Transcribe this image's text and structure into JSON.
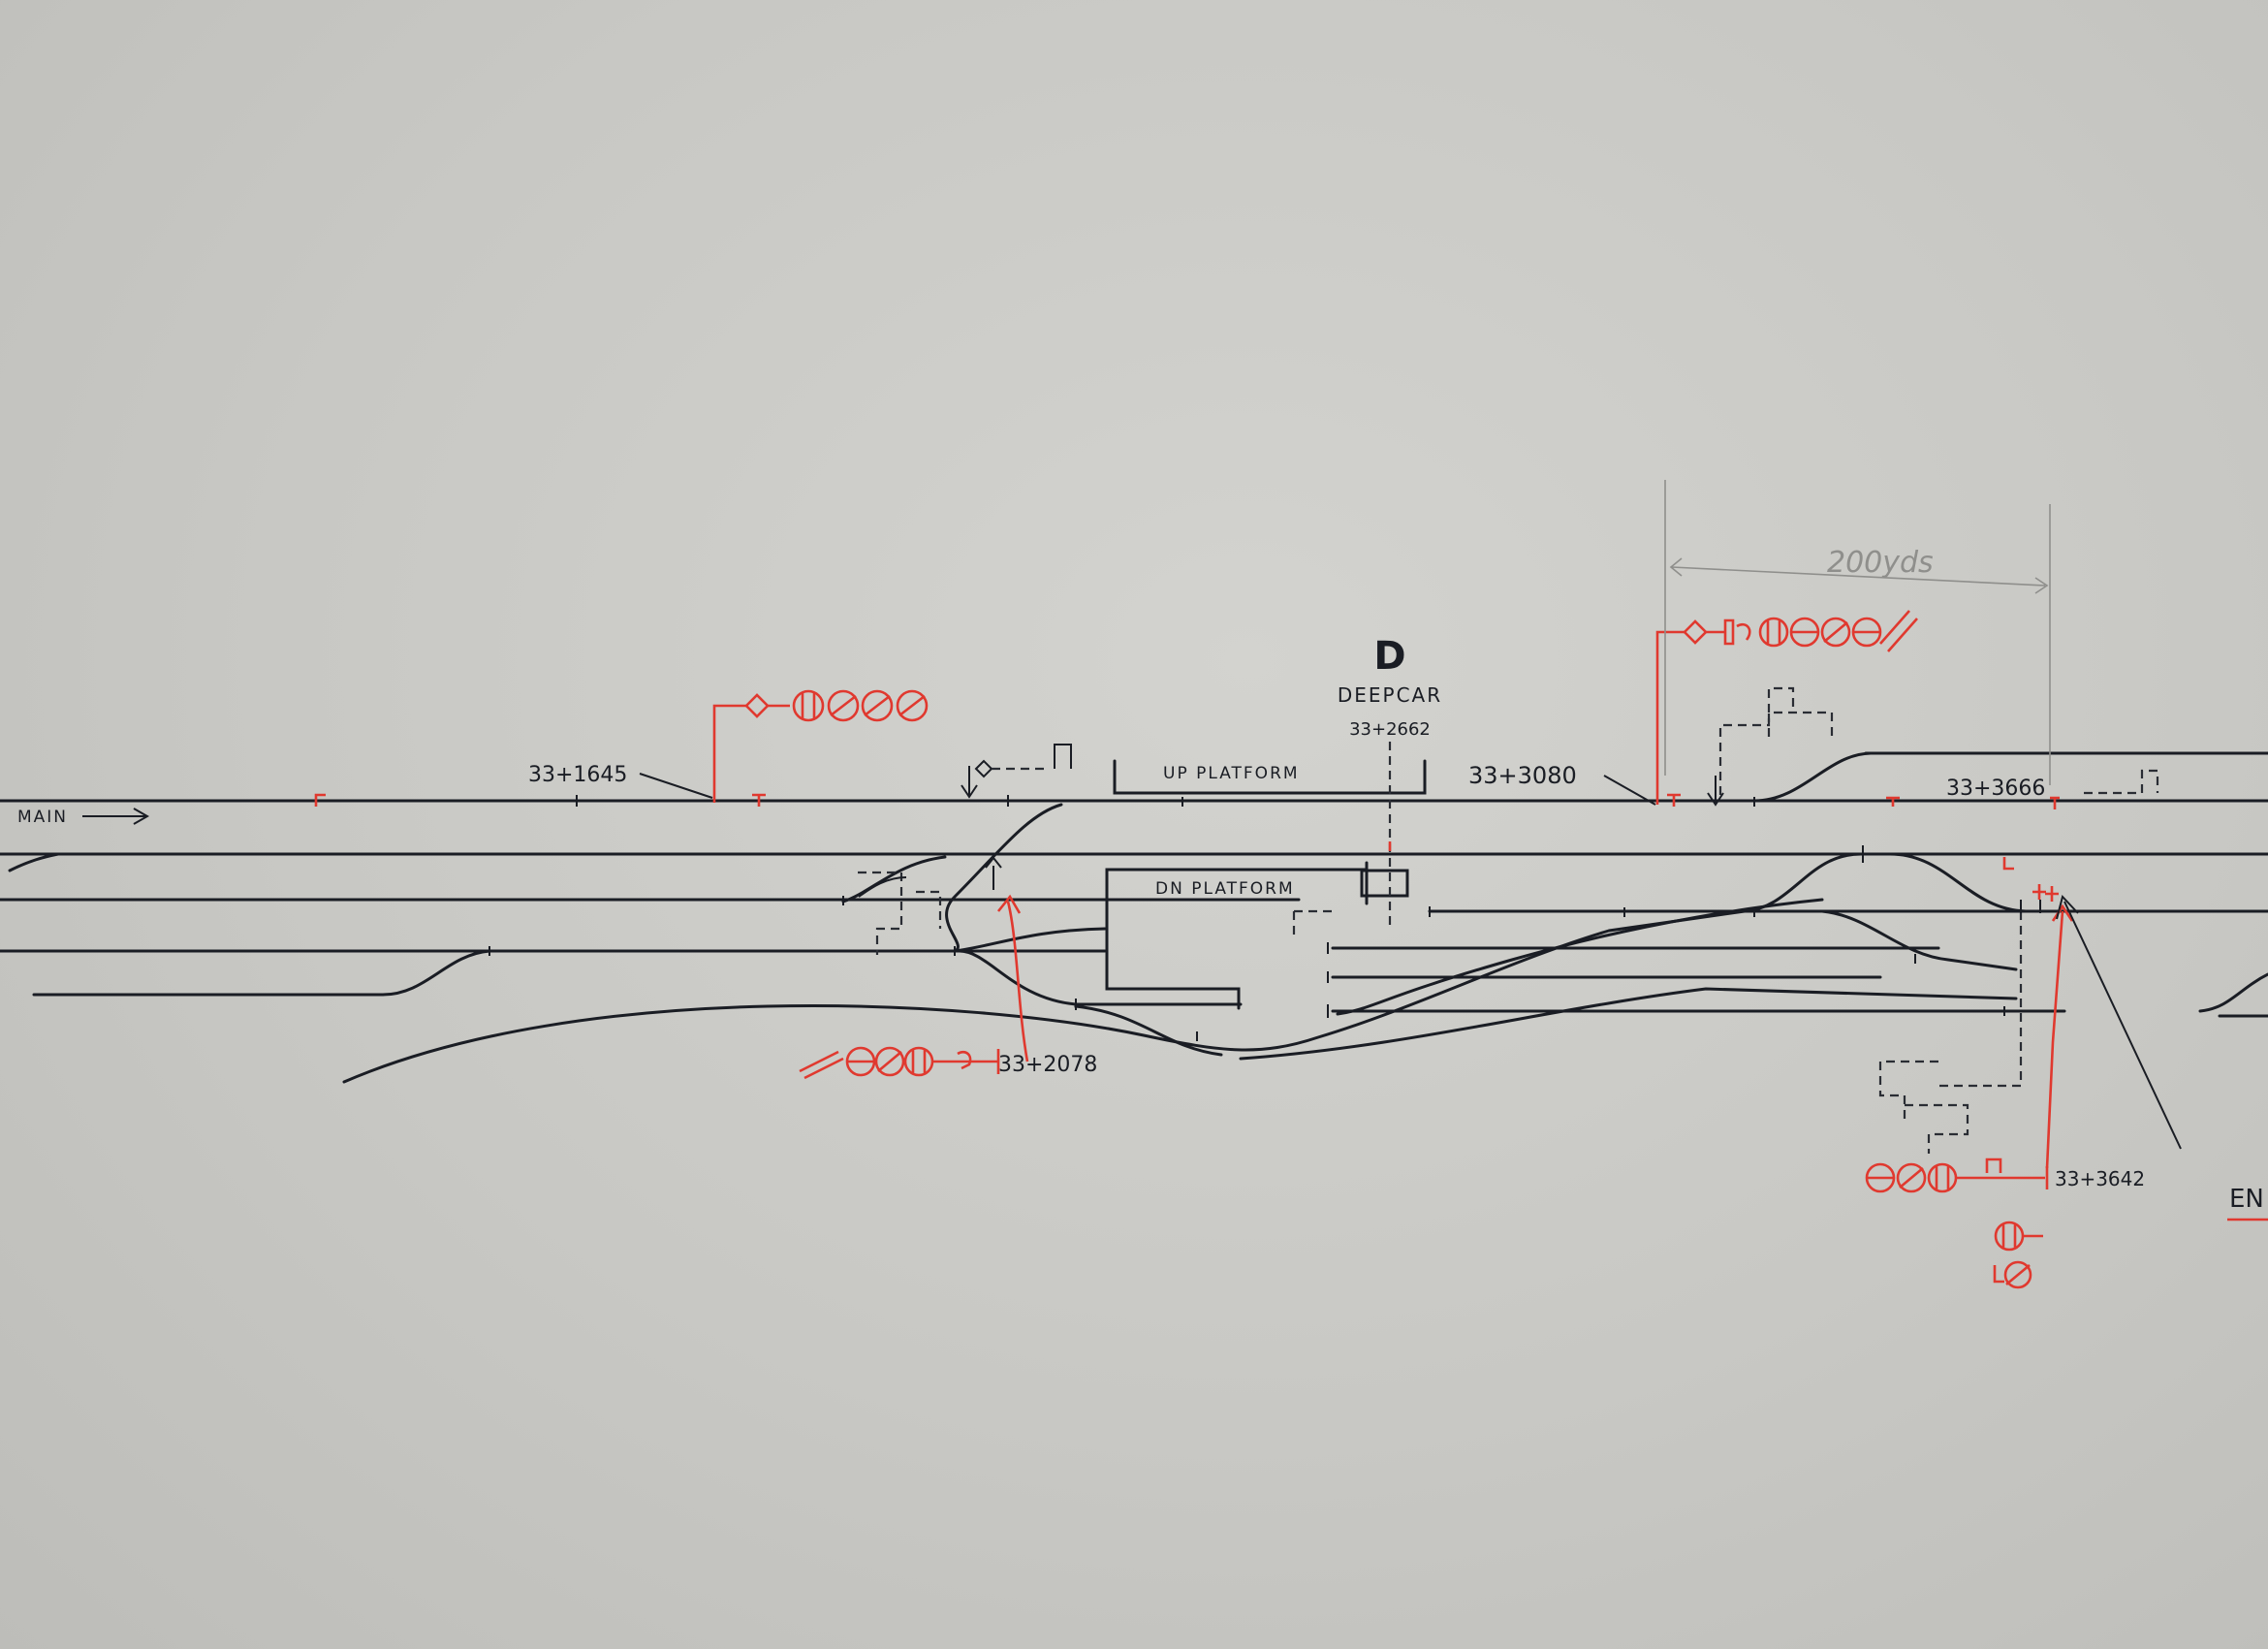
{
  "station": {
    "letter": "D",
    "name": "DEEPCAR",
    "mileage": "33+2662"
  },
  "platforms": {
    "up": "UP PLATFORM",
    "down": "DN PLATFORM"
  },
  "line_label": "MAIN",
  "mileages": {
    "m1645": "33+1645",
    "m2078": "33+2078",
    "m3080": "33+3080",
    "m3666": "33+3666",
    "m3642": "33+3642"
  },
  "pencil_note": "200yds",
  "edge_label": "EN",
  "colors": {
    "ink": "#1a1d24",
    "signal_red": "#e0392f",
    "paper": "#c9c9c6",
    "pencil": "#8f8f8c"
  }
}
